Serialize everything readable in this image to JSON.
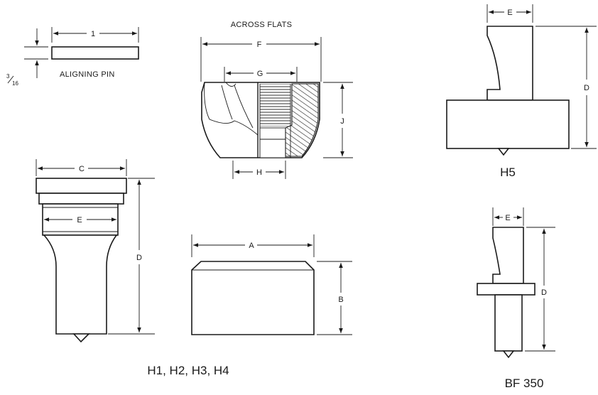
{
  "labels": {
    "aligning_pin": "ALIGNING PIN",
    "across_flats": "ACROSS FLATS",
    "pin_length": "1",
    "pin_thickness_num": "3",
    "pin_thickness_den": "16",
    "dim_A": "A",
    "dim_B": "B",
    "dim_C": "C",
    "dim_D": "D",
    "dim_E": "E",
    "dim_F": "F",
    "dim_G": "G",
    "dim_H": "H",
    "dim_J": "J"
  },
  "captions": {
    "h1_h4": "H1, H2, H3, H4",
    "h5": "H5",
    "bf350": "BF 350"
  }
}
